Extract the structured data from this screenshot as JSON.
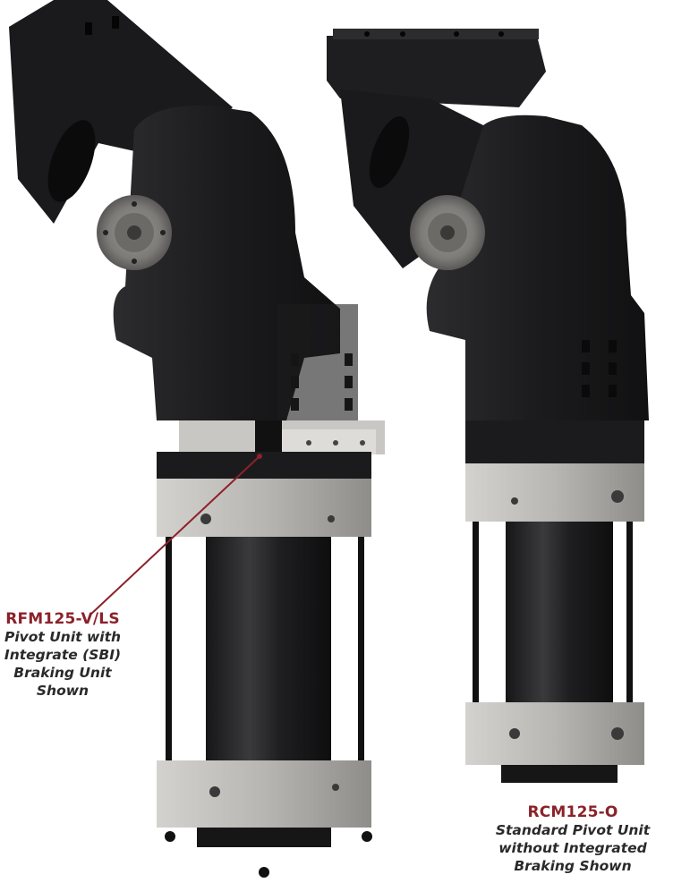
{
  "callouts": {
    "left": {
      "model": "RFM125-V/LS",
      "desc_lines": [
        "Pivot Unit with",
        "Integrate (SBI)",
        "Braking Unit",
        "Shown"
      ]
    },
    "right": {
      "model": "RCM125-O",
      "desc_lines": [
        "Standard Pivot Unit",
        "without Integrated",
        "Braking Shown"
      ]
    }
  },
  "colors": {
    "accent": "#8b2229",
    "body": "#1b1b1d",
    "body_highlight": "#2c2c2f",
    "steel": "#b8b6b2",
    "steel_dark": "#8f8d89"
  }
}
